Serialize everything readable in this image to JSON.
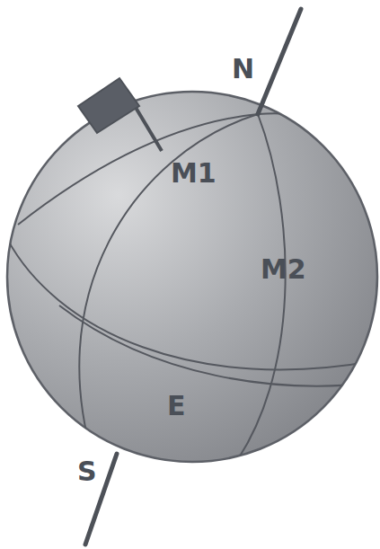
{
  "diagram": {
    "labels": [
      "N",
      "M1",
      "M2",
      "E",
      "S"
    ]
  }
}
